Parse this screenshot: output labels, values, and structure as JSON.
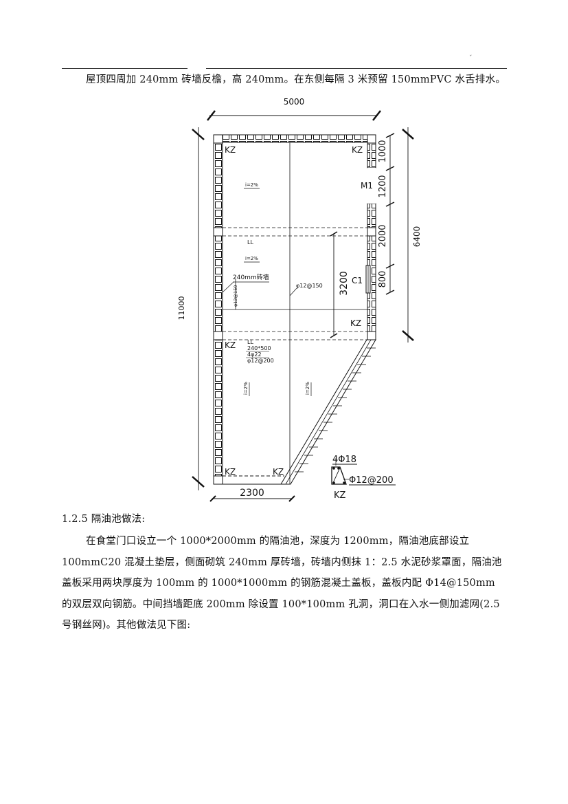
{
  "header_mark": "ˇ",
  "intro": "屋顶四周加 240mm 砖墙反檐，高 240mm。在东侧每隔 3 米预留 150mmPVC 水舌排水。",
  "plan": {
    "dim_top": "5000",
    "dim_left": "11000",
    "dim_right": "6400",
    "dim_bottom": "2300",
    "dim_r1": "1000",
    "dim_r2": "1200",
    "dim_r3": "2000",
    "dim_r4": "800",
    "dim_inner": "3200",
    "kz": "KZ",
    "m1": "M1",
    "c1": "C1",
    "ll": "LL",
    "wall_note": "240mm砖墙",
    "slope": "i=2%",
    "rebar_150": "φ12@150",
    "beam_size": "240*500",
    "beam_main": "4φ22",
    "beam_stirrup": "φ12@200",
    "col_main": "4Φ18",
    "col_stirrup": "Φ12@200"
  },
  "section_heading": "1.2.5  隔油池做法:",
  "section_body": "在食堂门口设立一个 1000*2000mm 的隔油池，深度为 1200mm，隔油池底部设立 100mmC20 混凝土垫层，侧面砌筑 240mm 厚砖墙，砖墙内侧抹 1：2.5 水泥砂浆罩面，隔油池盖板采用两块厚度为 100mm 的 1000*1000mm 的钢筋混凝土盖板，盖板内配 Φ14@150mm 的双层双向钢筋。中间挡墙距底 200mm 除设置 100*100mm 孔洞，洞口在入水一侧加滤网(2.5 号钢丝网)。其他做法见下图:"
}
